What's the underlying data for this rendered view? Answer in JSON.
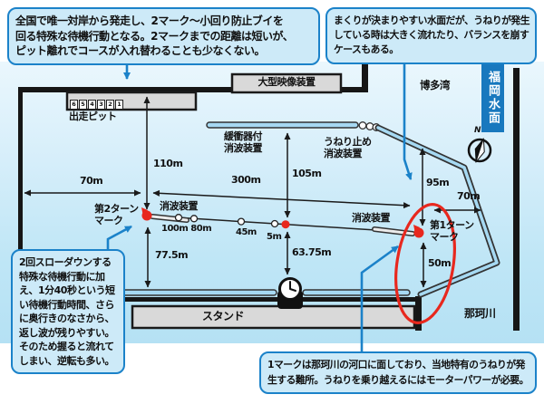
{
  "callouts": {
    "top_left": {
      "lines": [
        "全国で唯一対岸から発走し、2マーク～小回り防止ブイを",
        "回る特殊な待機行動となる。2マークまでの距離は短いが、",
        "ピット離れでコースが入れ替わることも少なくない。"
      ]
    },
    "top_right": {
      "lines": [
        "まくりが決まりやすい水面だが、うねりが発生",
        "している時は大きく流れたり、バランスを崩す",
        "ケースもある。"
      ]
    },
    "bottom_left": {
      "lines": [
        "2回スローダウンする",
        "特殊な待機行動に加",
        "え、1分40秒という短",
        "い待機行動時間、さら",
        "に奥行きのなさから、",
        "返し波が残りやすい。",
        "そのため握ると流れて",
        "しまい、逆転も多い。"
      ]
    },
    "bottom_right": {
      "lines": [
        "1マークは那珂川の河口に面しており、当地特有のうねりが発",
        "生する難所。うねりを乗り越えるにはモーターパワーが必要。"
      ]
    }
  },
  "labels": {
    "big_screen": "大型映像装置",
    "start_pit": "出走ピット",
    "pit_numbers": [
      "6",
      "5",
      "4",
      "3",
      "2",
      "1"
    ],
    "hakata_bay": "博多湾",
    "water_name": "福岡水面",
    "compass_n": "N",
    "buffer_absorber_line1": "緩衝器付",
    "buffer_absorber_line2": "消波装置",
    "swell_stop_line1": "うねり止め",
    "swell_stop_line2": "消波装置",
    "absorber_left": "消波装置",
    "absorber_right": "消波装置",
    "turn2_line1": "第2ターン",
    "turn2_line2": "マーク",
    "turn1_line1": "第1ターン",
    "turn1_line2": "マーク",
    "stand": "スタンド",
    "naka_river": "那珂川"
  },
  "measurements": {
    "left_70m": "70m",
    "v_110m": "110m",
    "h_300m": "300m",
    "v_105m": "105m",
    "v_95m": "95m",
    "right_70m": "70m",
    "v_50m": "50m",
    "v_77_5m": "77.5m",
    "v_63_75m": "63.75m",
    "buoys_100_80": "100m 80m",
    "buoy_45": "45m",
    "buoy_5": "5m"
  },
  "colors": {
    "callout_border": "#1b82c9",
    "callout_fill": "#cdeaf8",
    "water_top": "#eaf7fd",
    "water_bottom": "#b5e1f4",
    "badge_blue": "#1878be",
    "mark_red": "#e8281e",
    "structure_gray": "#d9d9d9",
    "absorber_blue": "#a6d9f2"
  }
}
